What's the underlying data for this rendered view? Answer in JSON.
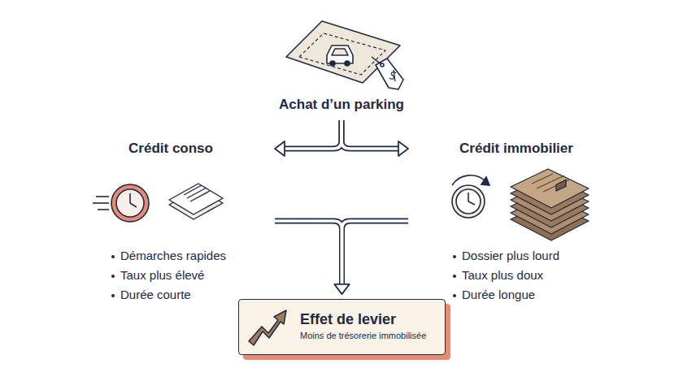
{
  "diagram": {
    "nodes": [
      {
        "text": [
          "Achat d’un parking"
        ]
      },
      {
        "text": [
          "Crédit conso",
          "Démarches rapides",
          "Taux plus élevé",
          "Durée courte"
        ]
      },
      {
        "text": [
          "Crédit immobilier",
          "Dossier plus lourd",
          "Taux plus doux",
          "Durée longue"
        ]
      },
      {
        "text": [
          "Effet de levier",
          "Moins de trésorerie immobilisée"
        ]
      }
    ],
    "edges": [
      {
        "from": 0,
        "to": 1,
        "arrow": "to"
      },
      {
        "from": 0,
        "to": 2,
        "arrow": "to"
      },
      {
        "from": 1,
        "to": 3,
        "arrow": "to"
      },
      {
        "from": 2,
        "to": 3,
        "arrow": "to"
      }
    ]
  }
}
